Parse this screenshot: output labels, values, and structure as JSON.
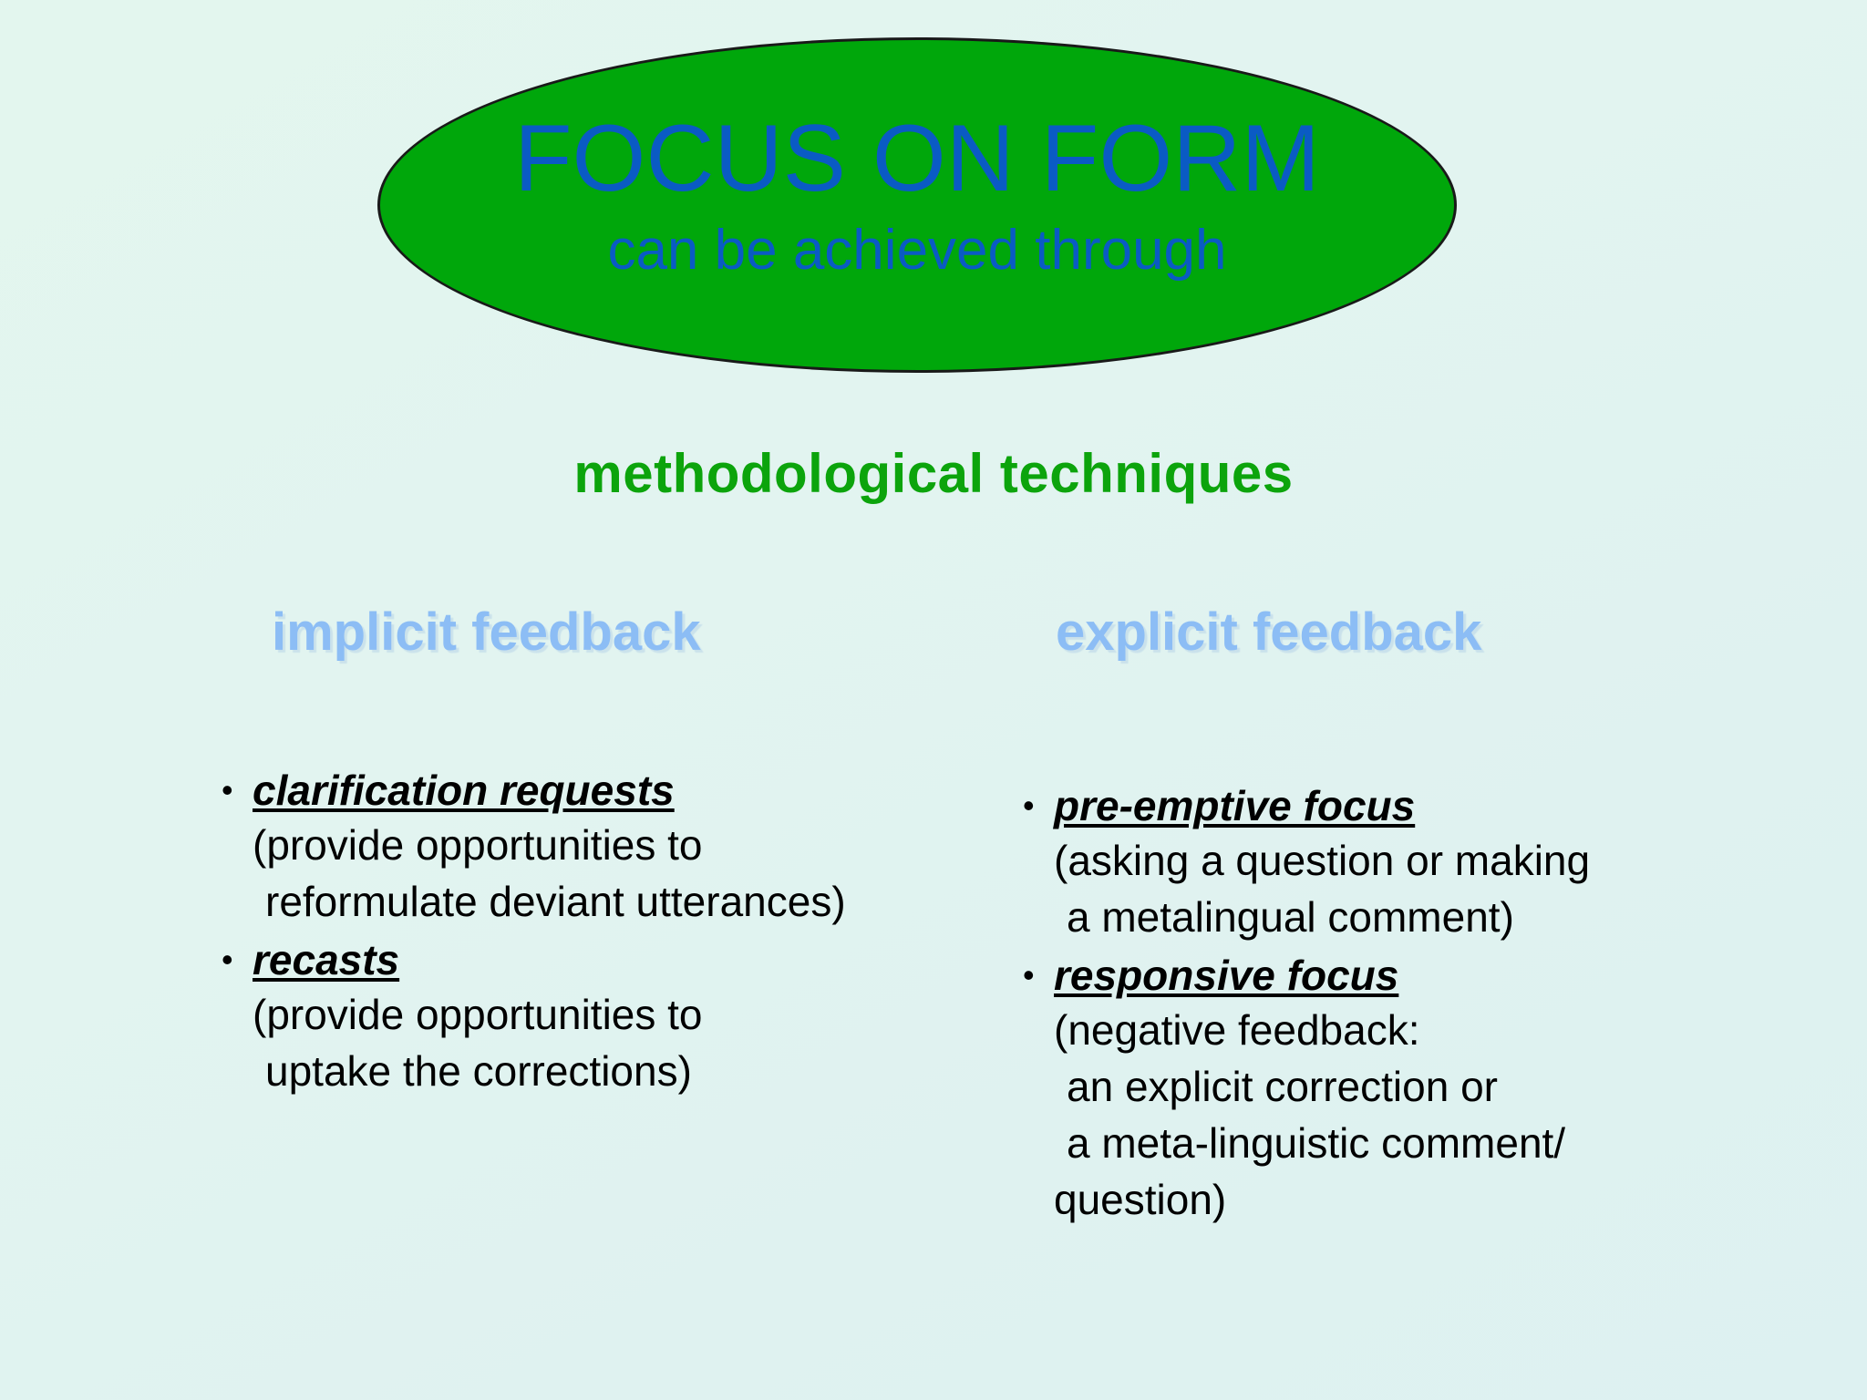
{
  "slide": {
    "background_color": "#E1F4F0",
    "title_ellipse": {
      "fill_color": "#00A70B",
      "border_color": "#191919",
      "text_color": "#0A5BC4",
      "main_title": "FOCUS ON FORM",
      "subtitle": "can be achieved through"
    },
    "section_heading": {
      "text": "methodological techniques",
      "color": "#0CA40C"
    },
    "columns": [
      {
        "id": "implicit",
        "heading": "implicit feedback",
        "heading_color": "#8CBDF5",
        "items": [
          {
            "term": "clarification requests",
            "detail_lines": [
              "(provide opportunities to",
              " reformulate deviant utterances)"
            ]
          },
          {
            "term": "recasts",
            "detail_lines": [
              "(provide opportunities to",
              " uptake the corrections)"
            ]
          }
        ]
      },
      {
        "id": "explicit",
        "heading": "explicit feedback",
        "heading_color": "#8CBDF5",
        "items": [
          {
            "term": "pre-emptive focus",
            "detail_lines": [
              "(asking a question or making",
              " a metalingual comment)"
            ]
          },
          {
            "term": "responsive focus",
            "detail_lines": [
              "(negative feedback:",
              " an explicit correction or",
              " a meta-linguistic comment/",
              "question)"
            ]
          }
        ]
      }
    ],
    "bullet_glyph": "•"
  }
}
